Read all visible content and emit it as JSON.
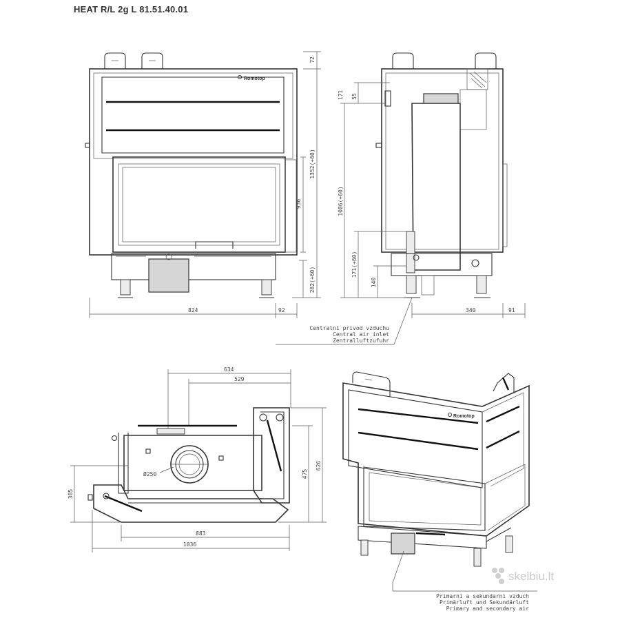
{
  "title": "HEAT R/L 2g L 81.51.40.01",
  "brand": "Romotop",
  "front_view": {
    "dims": {
      "top": "72",
      "height_total": "1352(+60)",
      "glass": "936",
      "base": "282(+60)",
      "width": "824",
      "side": "92"
    }
  },
  "side_view": {
    "dims": {
      "d1": "55",
      "d2": "171",
      "height": "1006(+60)",
      "lower": "171(+60)",
      "lower2": "140",
      "depth": "340",
      "side": "91"
    },
    "note_lines": [
      "Centralni privod vzduchu",
      "Central air inlet",
      "Zentralluftzufuhr"
    ]
  },
  "top_view": {
    "dims": {
      "w1": "634",
      "w2": "529",
      "h1": "626",
      "h2": "475",
      "left": "385",
      "bottom1": "883",
      "bottom2": "1036",
      "flue": "Ø250"
    }
  },
  "iso_view": {
    "note_lines": [
      "Primarni a sekundarni vzduch",
      "Primärluft und Sekundärluft",
      "Primary and secondary air"
    ]
  },
  "watermark": "skelbiu.lt"
}
